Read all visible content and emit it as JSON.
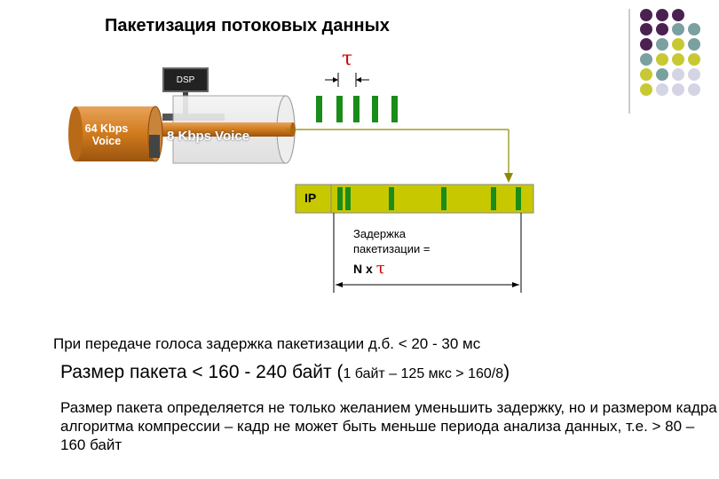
{
  "title": "Пакетизация потоковых данных",
  "tau_symbol": "τ",
  "dsp_label": "DSP",
  "voice_64": "64 Kbps Voice",
  "voice_8": "8 Kbps Voice",
  "ip_label": "IP",
  "delay_label": "Задержка пакетизации =",
  "delay_formula": "N x",
  "line1": "При передаче голоса задержка пакетизации д.б. < 20 - 30 мс",
  "line2_main": "Размер пакета < 160 - 240 байт (",
  "line2_small": "1 байт – 125 мкс > 160/8",
  "line2_close": ")",
  "paragraph": "Размер пакета определяется не только желанием уменьшить задержку, но и размером кадра алгоритма компрессии – кадр не может быть меньше периода анализа данных, т.е.  > 80 –160 байт",
  "colors": {
    "pipe_orange": "#d07a1c",
    "packet_green": "#1a8c1a",
    "ip_bar": "#c8c800",
    "arrow_olive": "#8a8a00",
    "dot_purple": "#4b2150",
    "dot_teal": "#7aa0a0",
    "dot_yellow": "#c8c832",
    "dot_light": "#d4d4e4"
  }
}
